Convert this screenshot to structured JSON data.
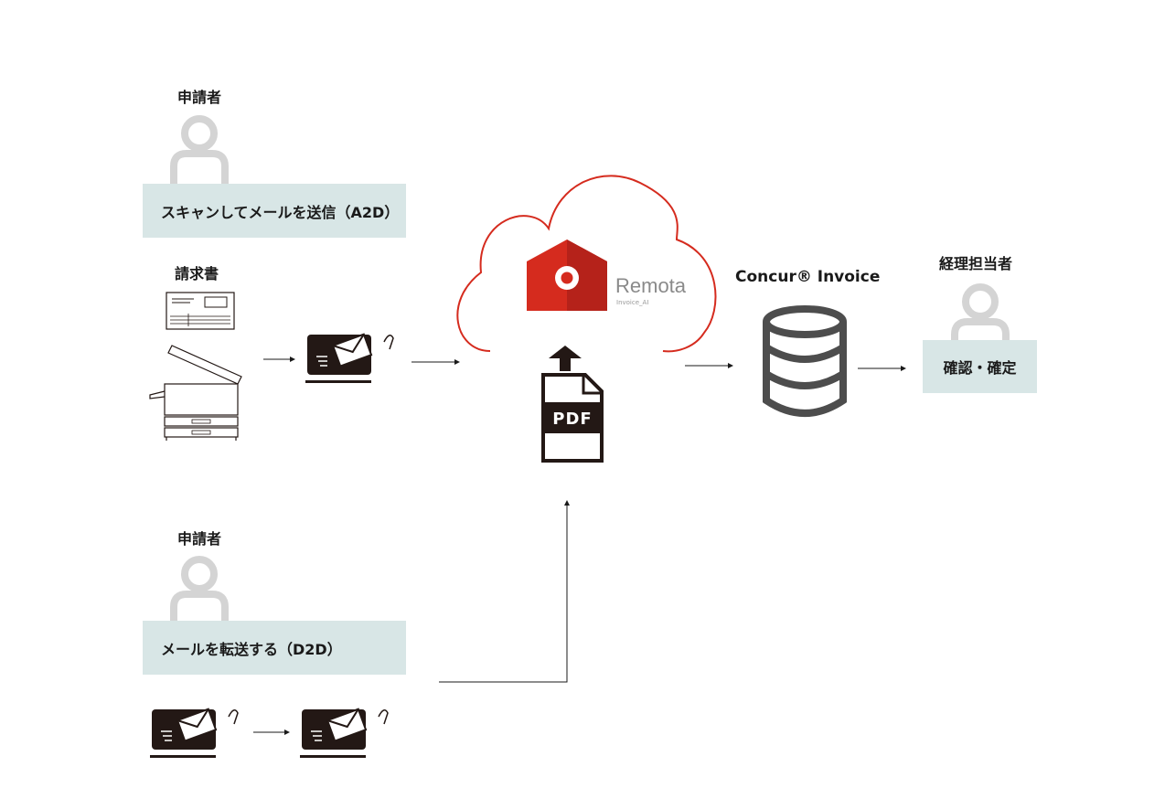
{
  "applicant_top": {
    "role_label": "申請者",
    "action_label": "スキャンしてメールを送信（A2D）"
  },
  "invoice_label": "請求書",
  "applicant_bottom": {
    "role_label": "申請者",
    "action_label": "メールを転送する（D2D）"
  },
  "cloud": {
    "brand_name": "Remota",
    "brand_sub": "Invoice_AI",
    "file_label": "PDF"
  },
  "concur_label": "Concur® Invoice",
  "reviewer": {
    "role_label": "経理担当者",
    "action_label": "確認・確定"
  },
  "colors": {
    "accent_red": "#d52b1e",
    "box_fill": "#d8e6e6",
    "person_gray": "#d4d4d4",
    "icon_dark": "#231815",
    "database_gray": "#4d4d4d"
  }
}
